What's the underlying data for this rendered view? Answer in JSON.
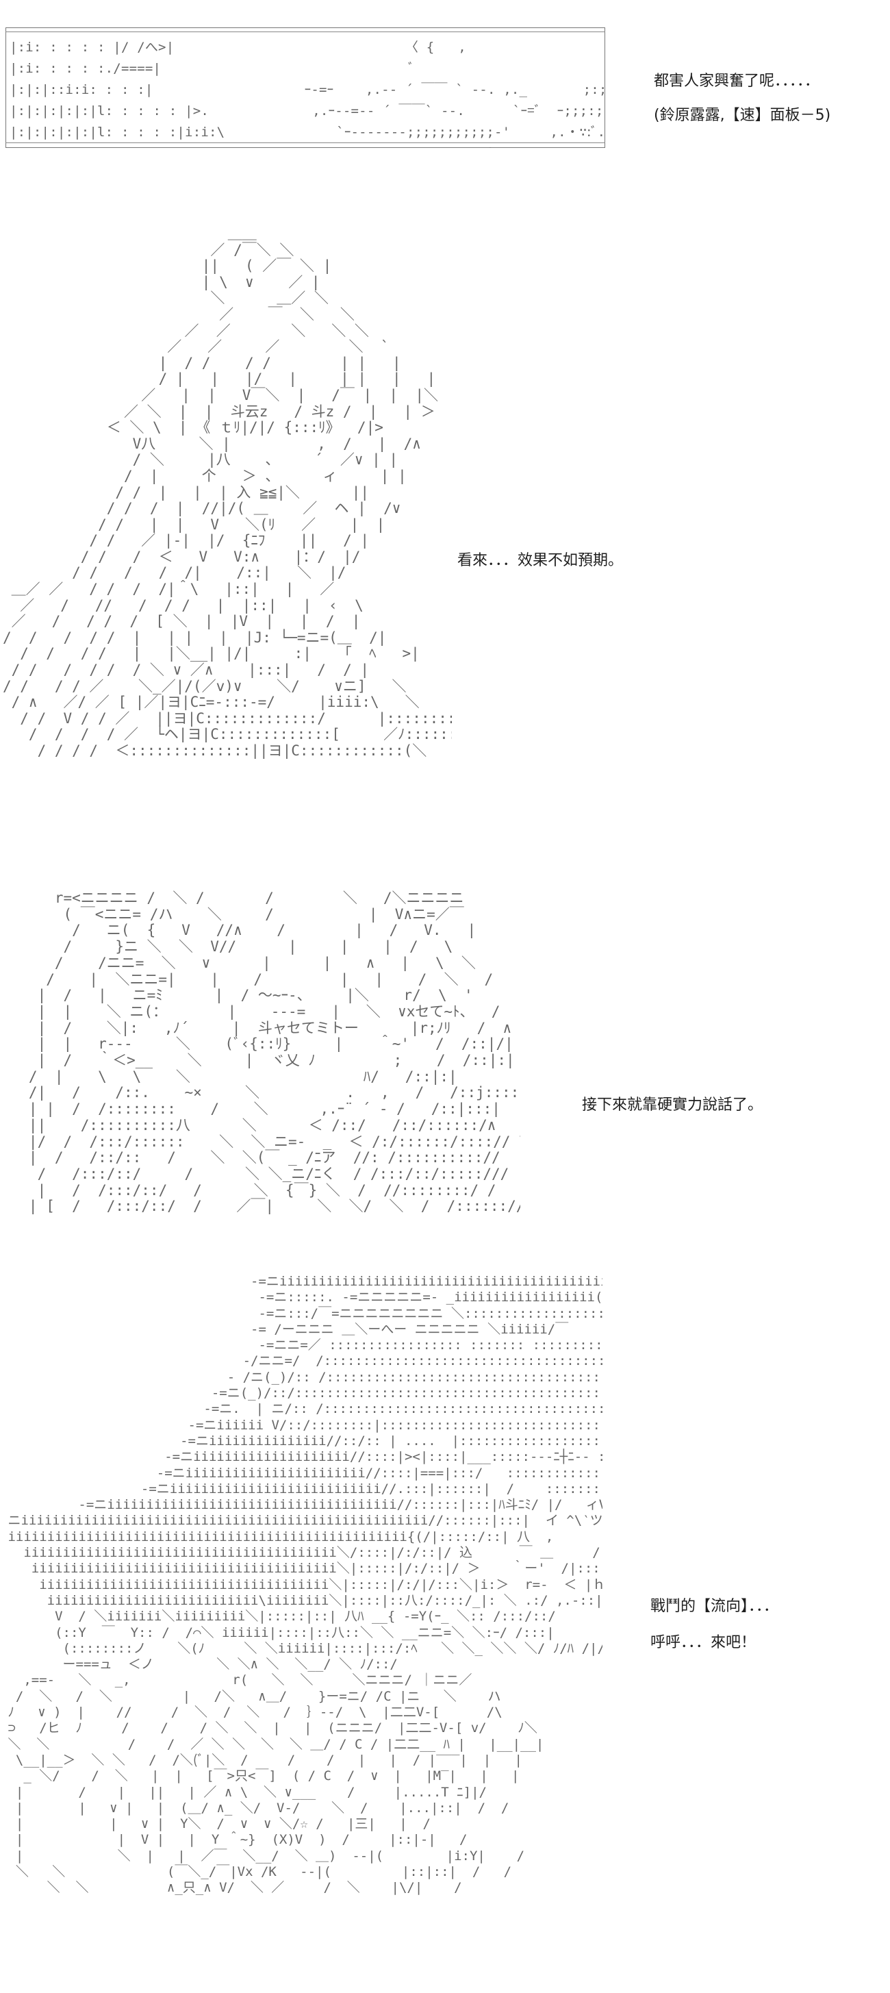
{
  "panels": {
    "banner": {
      "art": "|:i: : : : : |/ /へ>|                             〈 {   ,                        ,;;;;;;;;;;;;;,;;;;;;;ﾞ;〃  |: : : : i : : : : |\n|:i: : : : :./====|                               ﾞ                        .;;;;;;;;;;;;;;;;;∵'    |: : : : : : :i : : |\n|:|:|::i:i: : : :|                   ｰ-=ｰ    ,.-‐ ´ ￣￣ ` ‐-. ,._       ;:;;;;;;;;;;;;;;;;'     /  |: : : : : : : : |\n|:|:|:|:|:|l: : : : : |>.             ,.ｰ--=-‐ ´ ￣￣` ‐-.      `ｰ=ﾞ  ｰ;;;:;;;;;;;;;;;;  /|:::|:|:|:::::::|:::|\n|:|:|:|:|:|l: : : : :|i:i:\\              `ｰ-------;;;;;;;;;;;‐'     ,.・∵:ﾞ.    /  |:::|:|:|:|:|:|:::|:::|\n|:|:|:|:|:|l: : : : :|i:i:i:i:i:\\                           `. ;.  ,.・∵  /   .:i:|:|:|:|:|:|:|:|:|:|:|"
    },
    "standing": {
      "art": "                          ＿＿\n                        ／ /￣＼ ＼\n                       ||   ( ／￣ ＼ |\n                       | \\  ∨    ／ |\n                        ＼      ＿／ ＼\n                         ／    ￣  ＼   ＼\n                     ／  ／       ＼   ＼ ＼\n                   ／   ／     ／        ＼  `\n                  |  / /    / /        | |   |\n                  / |   |   |/   |     | |   |   |\n                ／   |  |   V￣＼  |   /￣ |  |  |＼\n              ／ ＼  |  |  斗云z   / 斗z /  |   | ＞\n            ＜ ＼ \\  | 《 ｔﾘ|/|/ {:::ﾘ》  /|>\n               V八     ＼ |          ,  /   |  /∧\n               / ＼     |八    、    ´  ／∨ | |\n              /  |     个   ＞ 、     ィ     | |\n             / /  |   |  | 入 ≧≦|＼      ||\n            / /  /  |  //|/( ＿    ／  ヘ |  /∨\n           / /   |  |   V   ＼(ﾘ   ／    |  |\n          / /   ／ |-|  |/  {ﾆﾌ    ||   / |\n         / /   /  ＜   V   V:∧    |：/  |/\n        / /   /   /  /|    /::|   ＼  |/\n ＿／ ／   / /  /  /|＾\\   |::|   |   ／\n  ／   /   //   /  / /   |  |::|   |  ‹  \\\n ／   /   / /  /  [ ＼  |  |V  |   |  /  |\n/  /   /  / /  |   | |   |  |J: └─=ニ=(＿  /|\n  /  /   / /   |   |＼__| |/|     :|   「  ﾍ   >|\n / /   /  / /  / ＼ ∨ ／∧    |:::|   /  / |\n/ /   / / ／    ＼_／|/(／v)∨    ＼/    ∨ニ]   ＼\n / ∧   ／/ ／ [ |／|ヨ|Cﾆ=-:::-=/     |iiii:\\   ＼\n  / /  V / / ／   ||ヨ|C:::::::::::::/      |::::::::\\    ＼\n   /  /  /  / ／  └ヘ|ヨ|C:::::::::::::[     ／ﾉ::::::::::::\\  ＼\n    / / / /  ＜::::::::::::::||ヨ|C::::::::::::(＼    ／:::::::::::::::::::::::/|"
    },
    "closeup": {
      "art": "      r=<ニニニニ /  ＼ /       /        ＼   /＼ニニニニ\n       ( ￣<ニニ= /ハ    ＼     /           |  V∧ニ=／￣\n        /   ニ(  {   V   //∧    /        |   /   V.   |\n       /     }ニ ＼  ＼  V//      |     |    |  /   \\\n      /    /ニニ=  ＼   ∨      |      |    ∧   |   \\  ＼\n     /    |  ＼ニニ=|    |    /         |   |    /  ＼   /\n    |  /   |   ニ=ﾐ      |  / ～~ｰ-、    |＼    r/  \\  '\n    |  |    ＼ ニ(：       |    ---=   |   ＼  ∨xセて~ﾄ、  /\n    |  /    ＼|:   ,ﾉ´     |  斗ャセてミトー      |r;ﾉﾘ   /  ∧\n    |  |   r---     ＼    (ﾞ‹{::ﾘ}     |    ＾~'   /  /::|/|\n    |  /   ｀＜>__    ＼     |  ヾ乂 ﾉ         ;    /  /::|:|\n   /  |    \\   \\    ＼                    ﾊ/   /::|:|\n   /|   /    /::.    ~×     ＼          .   ,   /   /::j::::|\n   | |  /  /::::::::    /    ＼      ,.ｰ¨ ´ ‐ /   /::|:::|\n   ||    /::::::::::八      ＼      ＜ /::/   /::/::::::/∧\n   |/  /  /:::/::::::    ＼  ＼ ニ=-  _  ＜ /:/::::::/::::// \\\n   |  /   /::/::   /    ＼  ＼(￣ _ /ﾆア  //: /:::::::::://  |\n    /   /:::/::/     /      ＼ ＼_ニ/ﾆく  / /:::/::/:::::/// |\n    |   /  /:::/::/   /      ＼  {￣} ＼  /  //::::::::/ /\n   | [  /   /:::/::/  /    ／￣|     ＼  ＼/  ＼  /  /::::::// /"
    },
    "hat": {
      "art": "                                ‐=ニiiiiiiiiiiiiiiiiiiiiiiiiiiiiiiiiiiiiiiiiiiiiiiiiiiiiiiiii/\n                                 -=ニ:::::. -=ニニニニニ=- _iiiiiiiiiiiiiiiiii(__ﾉ>\n                                 -=ニ:::/￣=ニニニニニニニニ ＼:::::::::::::::::::::::/\n                                -= /ーニニニ ＿＼ーへー ニニニニニ ＼iiiiii/￣\n                                 -=ニニ=／ ::::::::::::::::: ::::::: ::::::::: ＼ ＼\n                               -/ニニ=/  /::::::::::::::::::::::::::::::::::::::::::::::::::::/iiiiiii三V\n                             - /ニ(_)/:: /::::::::::::::::::::::::::::::::::::::::::::::: {_____ク-ー\n                           -=ニ(_)/::/:::::::::::::::::::::::::::::::::::::::::::::::::: 8  |iiiiiiiii|\n                          -=ニ.  | ニ/:: /::::::::::::::::::::::::::::::::::::::::::::::: :8:i|__ﾉ\n                        -=ニiiiiii V/::/::::::::|::::::::::::::::::::::::::::::::::::: |°.iiiiii.°.\n                       -=ニiiiiiiiiiiiiiii//::/:: | ....  |::::::::::::::::::::| ::::: |ii°∞°iii|\\__\n                     -=ニiiiiiiiiiiiiiiiiiiii//::::|><|::::|___:::::---ﾆ┼ﾆ-- ::::|iiiiii\\   \\ii|＿\n                    -=ニiiiiiiiiiiiiiiiiiiiiiii//::::|===|:::/   ::::::::::::::::＼   |八iiiiiii＼\n                  -=ニiiiiiiiiiiiiiiiiiiiiiiiiiii//.:::|::::::|  /    ::::::::::::::::  斗ﾆﾐ  |iiiiiiiii＼\n          -=ニiiiiiiiiiiiiiiiiiiiiiiiiiiiiiiiiiiiii//::::::|:::|ﾊ斗ﾆﾐ/ |/   ィVﾘﾉ /|::|＼|￣￣\n ニiiiiiiiiiiiiiiiiiiiiiiiiiiiiiiiiiiiiiiiiiiiiiiiiiiii//::::::|:::|  イ ^\\‵ツ     ＾ |::|:::|:::|\n iiiiiiiiiiiiiiiiiiiiiiiiiiiiiiiiiiiiiiiiiiiiiiiiiii{(/|:::::/::| 八  ,       ' |::|:::|:::|\n   iiiiiiiiiiiiiiiiiiiiiiiiiiiiiiiiiiiiiiii＼/::::|/:/::|/ 込      ￣ ＿     /::|:::|:::|\n    iiiiiiiiiiiiiiiiiiiiiiiiiiiiiiiiiiiiiii＼|:::::|/:/::|/ ＞    ｀ー'  /|:::|:::|\n     iiiiiiiiiiiiiiiiiiiiiiiiiiiiiiiiiiiii＼|:::::|/:/|/:::＼|i:＞  r=-  ＜ |ｈ::|:::|:::|\n      iiiiiiiiiiiiiiiiiiiiiiiiiii\\iiiiiiii＼|::::|::八:/::::/_|: ＼ .:/ ,.-::|::Vニ   \\:::|:::|\n       V  / ＼iiiiiii＼iiiiiiiii＼|:::::|::| 八ﾊ __{ -=Y(ｰ_ ＼:: /:::/::/\n       (::Y  ￣  Y:: /  /⌒＼ iiiiii|::::|::八::＼ ＼ __ニニ=＼ ＼:ｰ/ /:::|\n        (::::::::ノ    ＼(ﾉ     ＼ ＼iiiiii|::::|:::/:ﾍ   ＼ ＼_ ＼＼ ＼/ ﾉ/ﾊ /|/\n        ー===ュ  ＜ノ        ＼ ＼∧ ＼  ＼__/ ＼ ﾉ/::/\n   ,==-   ＼   _,             r(   ＼  ＼     ＼ニニニ/ ｜ニニ／\n  /  ＼   /  ＼         |   /＼   ∧＿/    }ー=ニ/ /C |ニ   ＼    ハ\n ﾉ   ∨ )  |    //     /  ＼  /  ＼   /  ｝--/  \\  |二二V-[      /\\\n ⊃   /ヒ  ﾉ     /    /    / ＼  ＼  |   |  (ニニニ/  |二二-V-[ v/    ﾉ＼\n ＼  ＼          /    /  ／ ＼ ＼  ＼  ＼ ＿/ / C / |二二__ ﾊ |   |__|__|\n  \\__|__＞  ＼ ＼   /  /＼(ﾞ|＼  /     /    /   |   |  / |‾‾‾|  |   |\n   _ ＼/    /  ＼   |  |   [￣>只<￣]  ( / C  /  ∨  |   |M‾|   |   |\n  |       /    |   ||   | ／ ∧ \\  ＼ ∨___    /     |.....T ﾆ]|/\n  |       |   ∨ |   |  (＿/ ∧_ ＼/  V-/    ＼  /    |...|::|  /  /\n  |           |   ∨ |  Y＼  /  ∨  ∨ ＼/☆ /   |三|   |  /\n  |            |  V |   |  Y ＾~}  (X)V  )  /     |::|-|   /\n  |            ＼  |   |  ／￣  ＼__/  ＼ ＿)  --|(        |i:Y|    /\n  ＼   ＼             (￣＼_/￣|Vx /K   --|(         |::|::|  /   /\n      ＼  ＼          ∧_只_∧ V/  ＼ ／     /  ＼    |\\/|    /"
    }
  },
  "captions": {
    "scene1_line1": "都害人家興奮了呢．．．．．",
    "scene1_line2": "(鈴原露露,【速】面板－5)",
    "scene2": "看來．．．效果不如預期。",
    "scene3": "接下來就靠硬實力說話了。",
    "scene4_line1": "戰鬥的【流向】．．．",
    "scene4_line2": "呼呼．．．來吧！"
  }
}
